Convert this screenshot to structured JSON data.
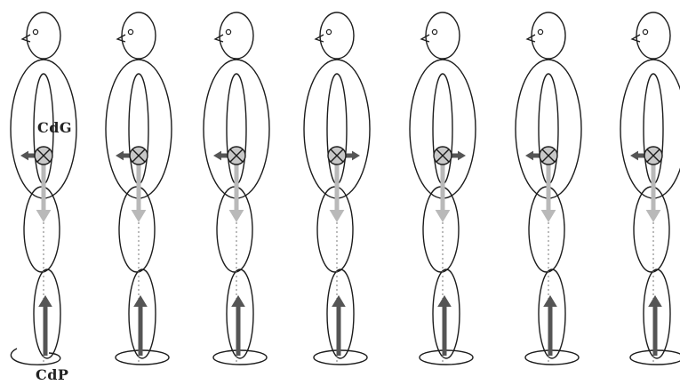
{
  "labels": {
    "center_of_gravity": "CdG",
    "center_of_pressure": "CdP"
  },
  "colors": {
    "outline": "#1c1c1c",
    "gravity_arrow": "#b9b9b9",
    "pressure_arrow": "#555555",
    "shift_arrow": "#555555",
    "cog_marker_fill": "#c8c8c8"
  },
  "figures": [
    {
      "shift": "left"
    },
    {
      "shift": "left"
    },
    {
      "shift": "left"
    },
    {
      "shift": "right"
    },
    {
      "shift": "right"
    },
    {
      "shift": "left"
    },
    {
      "shift": "left"
    }
  ]
}
